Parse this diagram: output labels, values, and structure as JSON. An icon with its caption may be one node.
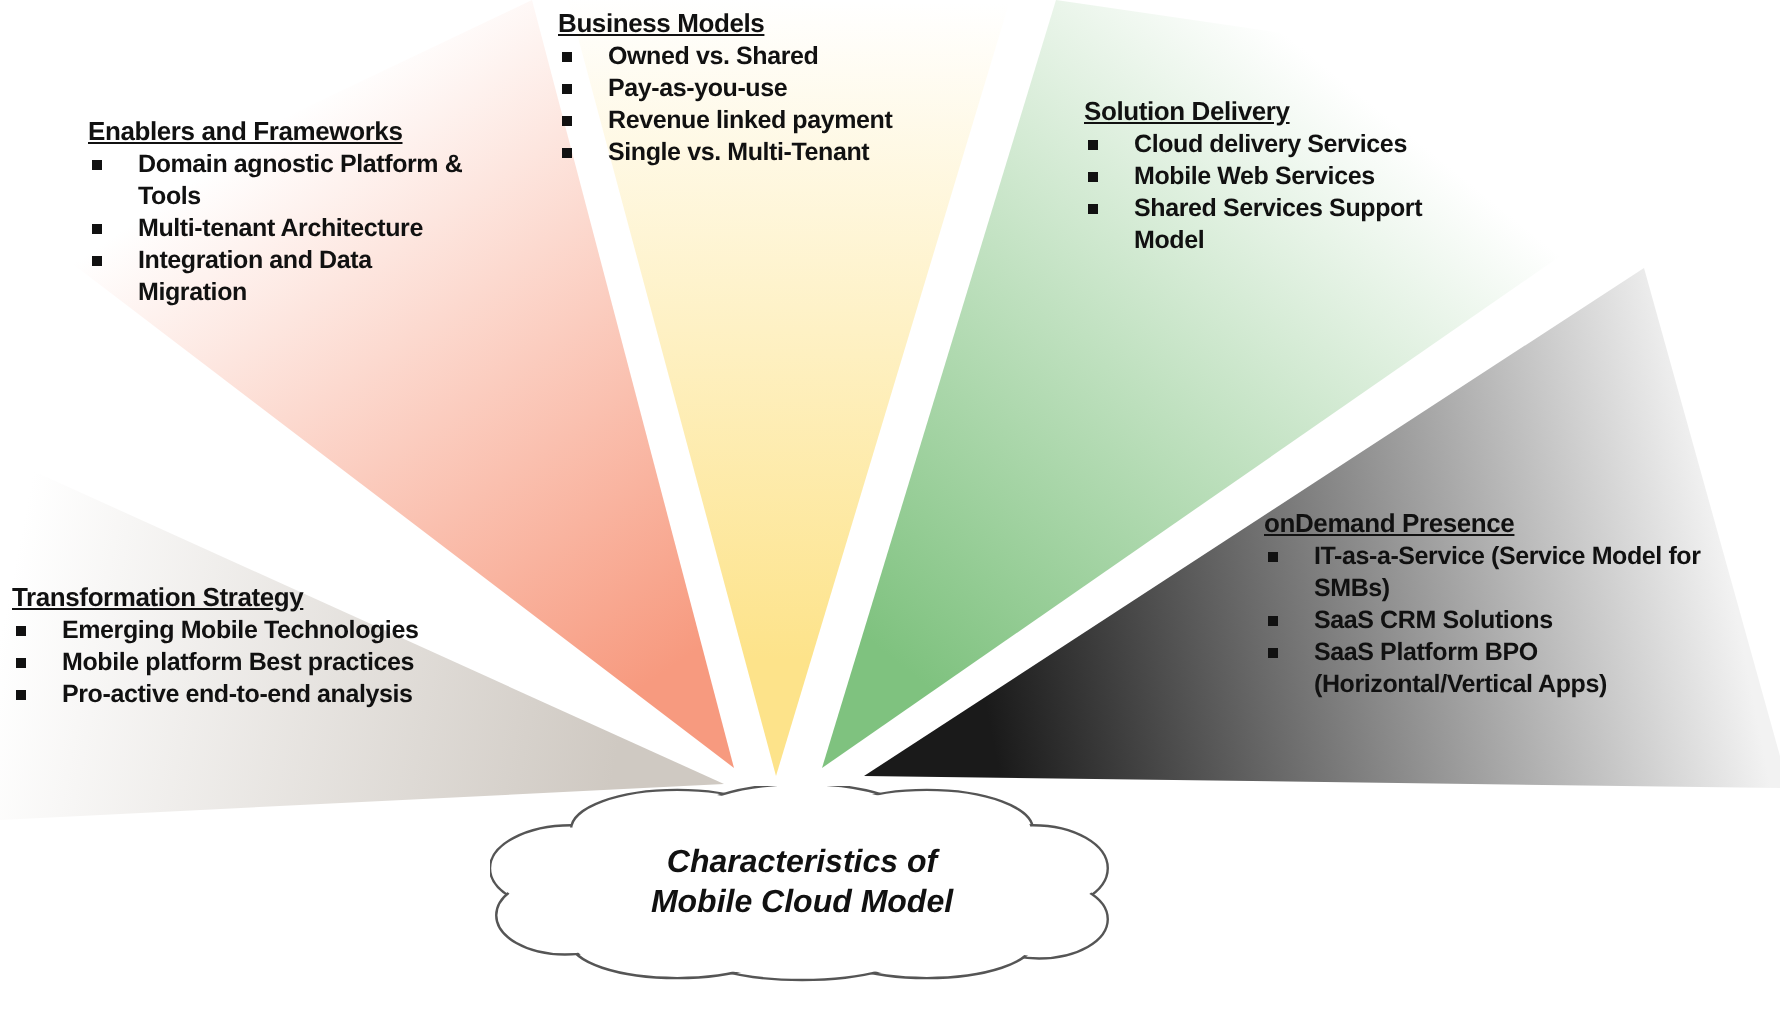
{
  "diagram": {
    "nodes": [
      {
        "text": [
          "Transformation Strategy",
          "Emerging Mobile Technologies",
          "Mobile platform Best practices",
          "Pro-active end-to-end analysis"
        ]
      },
      {
        "text": [
          "Enablers and Frameworks",
          "Domain agnostic Platform & Tools",
          "Multi-tenant Architecture",
          "Integration and Data Migration"
        ]
      },
      {
        "text": [
          "Business Models",
          "Owned vs. Shared",
          "Pay-as-you-use",
          "Revenue linked payment",
          "Single vs. Multi-Tenant"
        ]
      },
      {
        "text": [
          "Solution Delivery",
          "Cloud delivery Services",
          "Mobile Web Services",
          "Shared Services Support Model"
        ]
      },
      {
        "text": [
          "onDemand Presence",
          "IT-as-a-Service (Service Model for SMBs)",
          "SaaS CRM Solutions",
          "SaaS Platform BPO (Horizontal/Vertical Apps)"
        ]
      },
      {
        "text": [
          "Characteristics of Mobile Cloud Model"
        ]
      }
    ]
  }
}
